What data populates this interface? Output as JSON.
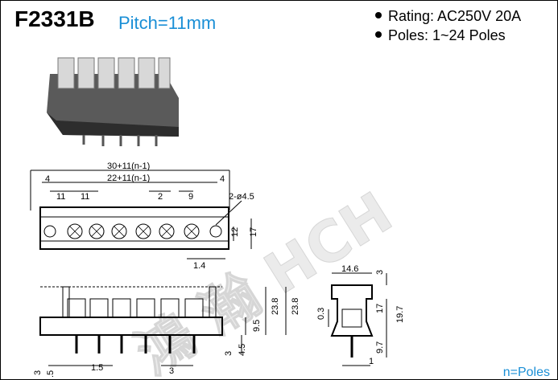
{
  "title": {
    "model": "F2331B",
    "pitch": "Pitch=11mm"
  },
  "specs": [
    {
      "text": "Rating: AC250V 20A"
    },
    {
      "text": "Poles: 1~24 Poles"
    }
  ],
  "watermark": "鴻 瀚 HCH",
  "footer": "n=Poles",
  "dimensions": {
    "top_length_total": "30+11(n-1)",
    "top_length_inner": "22+11(n-1)",
    "edge_left": "4",
    "edge_right": "4",
    "pitch_a": "11",
    "pitch_b": "11",
    "small_2": "2",
    "small_9": "9",
    "hole": "2-ø4.5",
    "height_12": "12",
    "height_17": "17",
    "offset_1_4": "1.4",
    "front_23_8": "23.8",
    "front_23_8_lower": "23.8",
    "front_9_5": "9.5",
    "front_3": "3",
    "front_4_5": "4.5",
    "bottom_3_left": "3",
    "bottom_1_5": "1.5",
    "bottom_3_mid": "3",
    "bottom_pin_5": ".5",
    "side_width": "14.6",
    "side_3": "3",
    "side_17": "17",
    "side_19_7": "19.7",
    "side_9_7": "9.7",
    "side_0_3": "0.3",
    "side_1": "1"
  }
}
